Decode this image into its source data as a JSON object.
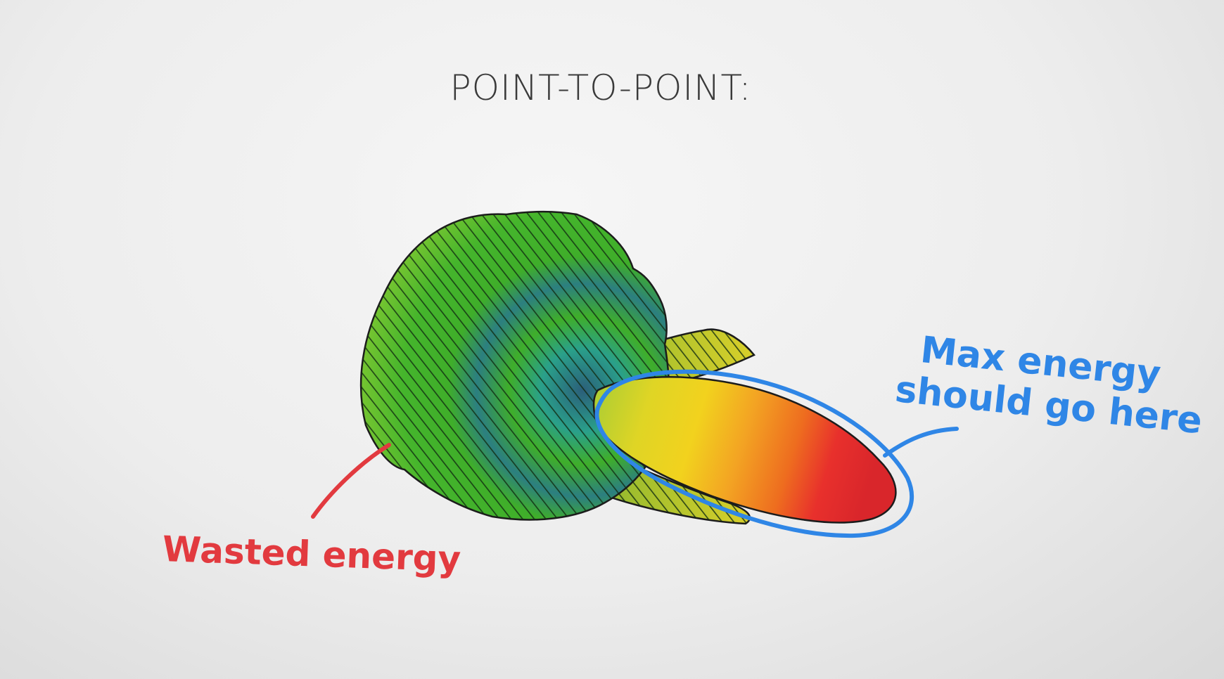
{
  "title": "POINT-TO-POINT:",
  "annotations": {
    "wasted": {
      "text": "Wasted energy",
      "color": "#e23a3f"
    },
    "max_line1": "Max energy",
    "max_line2": "should go here",
    "max_color": "#2f86e6"
  },
  "colors": {
    "outline": "#1c1c1c",
    "hatch": "#102a10",
    "green": "#3fae2a",
    "teal": "#2aa08a",
    "blue_band": "#2b6f8a",
    "olive": "#8cb82f",
    "yellow": "#e6d21f",
    "orange": "#f08a1e",
    "red": "#e8302c"
  }
}
